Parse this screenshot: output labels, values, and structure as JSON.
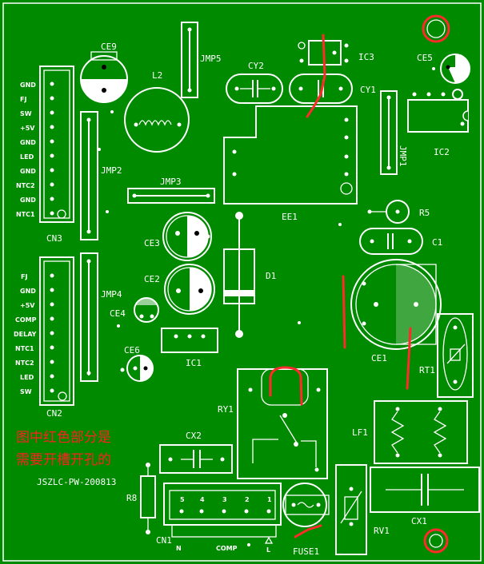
{
  "colors": {
    "board": "#008a00",
    "silk": "#ffffff",
    "slot": "#ff2a2a"
  },
  "labels": {
    "ce9": "CE9",
    "l2": "L2",
    "jmp5": "JMP5",
    "cy2": "CY2",
    "ic3": "IC3",
    "cy1": "CY1",
    "ce5": "CE5",
    "ic2": "IC2",
    "jmp1": "JMP1",
    "jmp2": "JMP2",
    "jmp3": "JMP3",
    "ee1": "EE1",
    "r5": "R5",
    "c1": "C1",
    "ce3": "CE3",
    "ce2": "CE2",
    "d1": "D1",
    "jmp4": "JMP4",
    "ce4": "CE4",
    "ce6": "CE6",
    "ic1": "IC1",
    "ce1": "CE1",
    "rt1": "RT1",
    "ry1": "RY1",
    "lf1": "LF1",
    "cx2": "CX2",
    "r8": "R8",
    "cn1": "CN1",
    "cn3": "CN3",
    "cn2": "CN2",
    "rv1": "RV1",
    "cx1": "CX1",
    "fuse1": "FUSE1"
  },
  "cn3_pins": [
    "GND",
    "FJ",
    "SW",
    "+5V",
    "GND",
    "LED",
    "GND",
    "NTC2",
    "GND",
    "NTC1"
  ],
  "cn2_pins": [
    "FJ",
    "GND",
    "+5V",
    "COMP",
    "DELAY",
    "NTC1",
    "NTC2",
    "LED",
    "SW"
  ],
  "cn1_pins": [
    "1",
    "2",
    "3",
    "4",
    "5"
  ],
  "cn1_bottom": {
    "n": "N",
    "comp": "COMP",
    "l": "L"
  },
  "note": {
    "line1": "图中红色部分是",
    "line2": "需要开槽开孔的"
  },
  "part_no": "JSZLC-PW-200813"
}
